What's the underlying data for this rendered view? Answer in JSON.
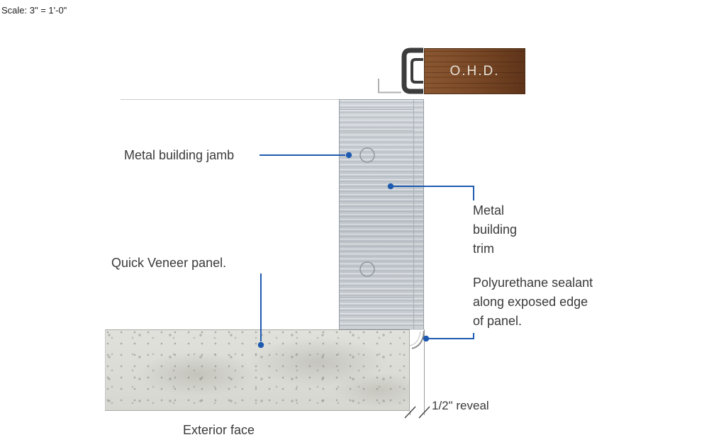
{
  "scale_note": "Scale: 3\" = 1'-0\"",
  "labels": {
    "ohd": "O.H.D.",
    "metal_building_jamb": "Metal building jamb",
    "metal_building_trim": "Metal\nbuilding\ntrim",
    "quick_veneer_panel": "Quick Veneer panel.",
    "polyurethane_sealant": "Polyurethane sealant\nalong exposed edge\nof panel.",
    "reveal": "1/2\" reveal",
    "exterior_face": "Exterior face"
  },
  "colors": {
    "leader_blue": "#1e5bb0",
    "wood_brown": "#7b4a28",
    "metal_gray": "#c7ccd1",
    "concrete_gray": "#dcdcd7",
    "seal_dark": "#3c3c3c",
    "text": "#3a3a3a"
  }
}
